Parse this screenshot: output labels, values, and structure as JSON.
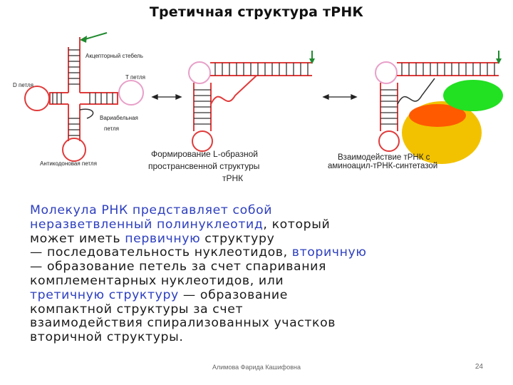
{
  "slide": {
    "title": "Третичная структура тРНК",
    "footer_author": "Алимова Фарида Кашифовна",
    "page_number": "24"
  },
  "diagram": {
    "labels": {
      "acceptor": "Акцепторный стебель",
      "d_loop": "D петля",
      "t_loop": "T петля",
      "variable_1": "Вариабельная",
      "variable_2": "петля",
      "anticodon": "Антикодоновая петля",
      "middle_1": "Формирование L-образной",
      "middle_2": "пространсвенной структуры",
      "middle_3": "тРНК",
      "right_1": "Взаимодействие тРНК с",
      "right_2": "аминоацил-тРНК-синтетазой"
    },
    "colors": {
      "stem": "#e03b3b",
      "rungs": "#333333",
      "green_blob": "#22e022",
      "yellow_blob": "#f2c200",
      "orange_blob": "#ff5a00",
      "arrow": "#1f8a2e"
    }
  },
  "body": {
    "l1": "Молекула РНК представляет собой",
    "l2": "неразветвленный полинуклеотид",
    "l2b": ", который",
    "l3a": "может иметь ",
    "l3b": "первичную",
    "l3c": " структуру",
    "l4a": "— последовательность нуклеотидов, ",
    "l4b": "вторичную",
    "l5": "— образование петель за счет спаривания",
    "l6": "комплементарных нуклеотидов, или",
    "l7a": "третичную структуру",
    "l7b": " — образование",
    "l8": "компактной структуры за счет",
    "l9": "взаимодействия спирализованных участков",
    "l10": "вторичной структуры."
  }
}
